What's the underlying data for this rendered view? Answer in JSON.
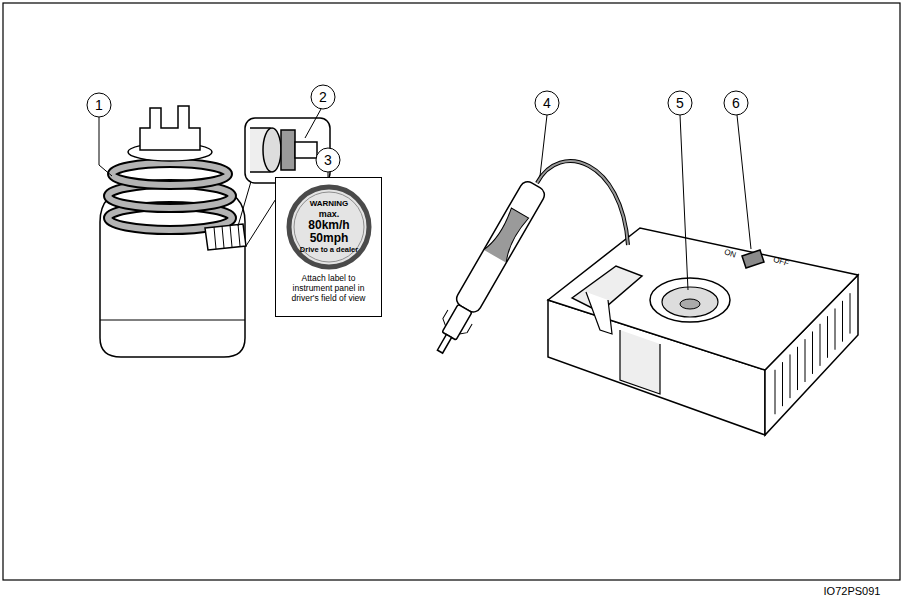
{
  "diagram": {
    "nodes": [
      {
        "text": [
          "Attach label to instrument panel in driver's field of view"
        ]
      },
      {
        "text": [
          "WARNING",
          "max.",
          "80km/h",
          "50mph",
          "Drive to a dealer"
        ],
        "in": 0
      }
    ],
    "labels": [
      "1",
      "2",
      "3",
      "4",
      "5",
      "6",
      "ON",
      "OFF",
      "IO72PS091"
    ]
  }
}
